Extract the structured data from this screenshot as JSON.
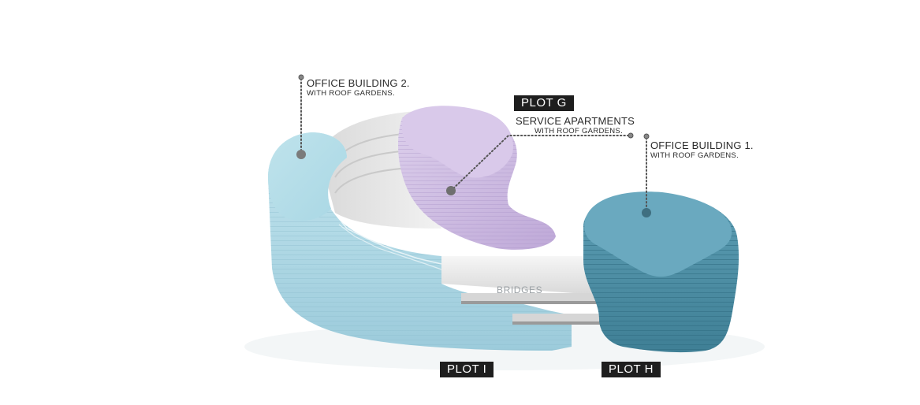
{
  "annotations": {
    "office2": {
      "line1": "OFFICE BUILDING 2.",
      "line2": "WITH ROOF GARDENS."
    },
    "service": {
      "line1": "SERVICE APARTMENTS",
      "line2": "WITH ROOF GARDENS."
    },
    "office1": {
      "line1": "OFFICE BUILDING 1.",
      "line2": "WITH ROOF GARDENS."
    },
    "bridges": "BRIDGES"
  },
  "plots": {
    "g": "PLOT G",
    "i": "PLOT I",
    "h": "PLOT H"
  },
  "colors": {
    "plot_i": "#a8d8e6",
    "plot_g": "#cdb9e0",
    "plot_h": "#5e9db2",
    "bridge": "#e8e8e8",
    "tag_bg": "#1e1e1e",
    "leader": "#555555"
  }
}
